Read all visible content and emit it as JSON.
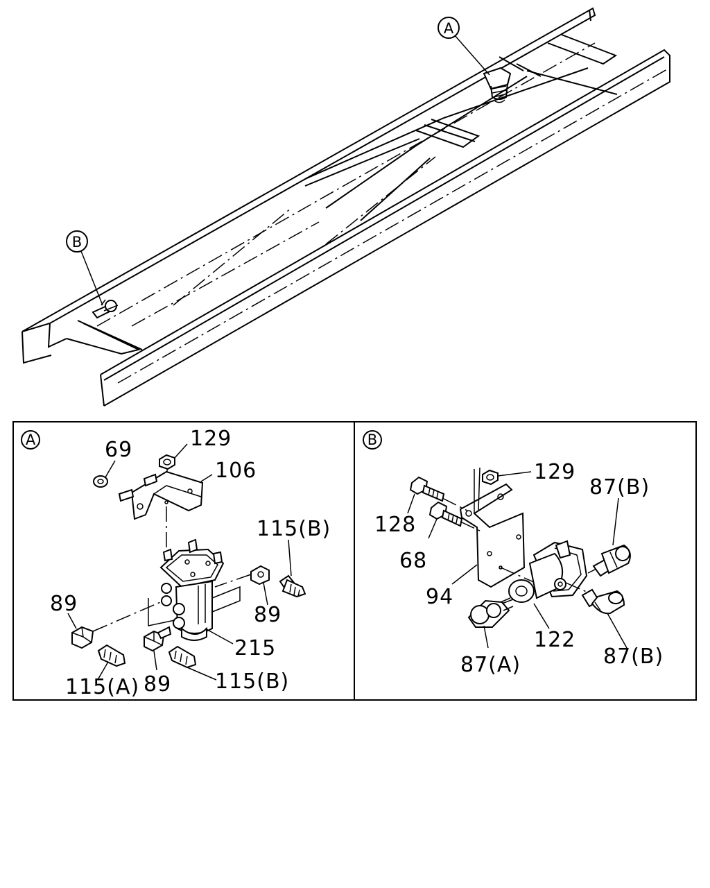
{
  "callouts": {
    "overview_a": "A",
    "overview_b": "B",
    "panel_a": "A",
    "panel_b": "B"
  },
  "panel_a": {
    "labels": {
      "p69": "69",
      "p129": "129",
      "p106": "106",
      "p115b_top": "115(B)",
      "p89_left": "89",
      "p89_right": "89",
      "p215": "215",
      "p115a": "115(A)",
      "p89_bottom": "89",
      "p115b_bottom": "115(B)"
    }
  },
  "panel_b": {
    "labels": {
      "p129": "129",
      "p87b_top": "87(B)",
      "p128": "128",
      "p68": "68",
      "p94": "94",
      "p122": "122",
      "p87a": "87(A)",
      "p87b_bottom": "87(B)"
    }
  }
}
